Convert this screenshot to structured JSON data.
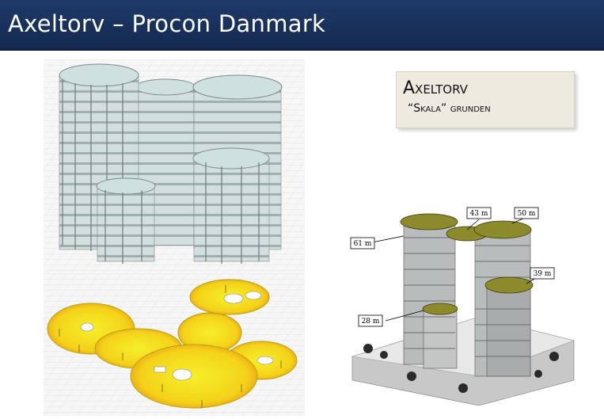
{
  "slide": {
    "title": "Axeltorv – Procon Danmark"
  },
  "callout": {
    "title": "Axeltorv",
    "subtitle": "“Skala” grunden"
  },
  "render": {
    "labels": [
      "61 m",
      "43 m",
      "50 m",
      "39 m",
      "28 m"
    ]
  },
  "colors": {
    "title_bar": "#1a3461",
    "roof_olive": "#8c8a2a",
    "slab_fill": "#f2e81e"
  }
}
